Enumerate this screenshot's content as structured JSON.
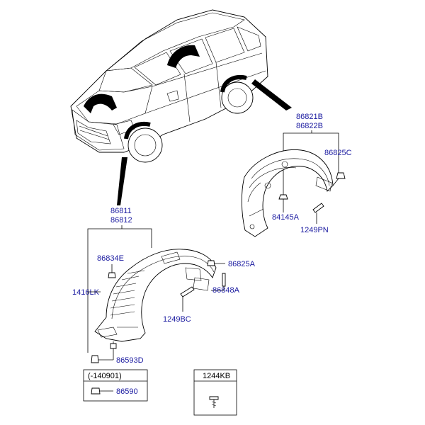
{
  "labels": {
    "rear_guard_lh": "86821B",
    "rear_guard_rh": "86822B",
    "rear_clip": "86825C",
    "rear_nut": "84145A",
    "rear_bolt": "1249PN",
    "front_guard_lh": "86811",
    "front_guard_rh": "86812",
    "front_rivet": "86834E",
    "front_clip": "86825A",
    "front_screw": "86848A",
    "front_bolt": "1249BC",
    "front_assembly": "1416LK",
    "front_fastener": "86593D",
    "box_date": "(-140901)",
    "box_part": "86590",
    "box2_part": "1244KB"
  },
  "colors": {
    "label": "#1a1aa0",
    "line": "#000000",
    "highlight": "#000000"
  }
}
